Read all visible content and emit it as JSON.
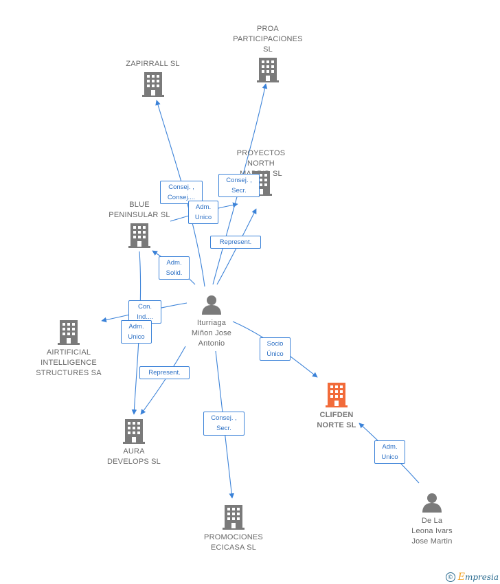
{
  "colors": {
    "edge": "#3b82d8",
    "company": "#7a7a7a",
    "highlight_company": "#f26b3a",
    "person": "#7a7a7a"
  },
  "nodes": {
    "proa": {
      "label": "PROA\nPARTICIPACIONES\nSL",
      "kind": "company",
      "icon": "building-icon"
    },
    "zapirrall": {
      "label": "ZAPIRRALL SL",
      "kind": "company",
      "icon": "building-icon"
    },
    "proyectos": {
      "label": "PROYECTOS\nNORTH\nMADRID  SL",
      "kind": "company",
      "icon": "building-icon"
    },
    "blue": {
      "label": "BLUE\nPENINSULAR SL",
      "kind": "company",
      "icon": "building-icon"
    },
    "airtificial": {
      "label": "AIRTIFICIAL\nINTELLIGENCE\nSTRUCTURES SA",
      "kind": "company",
      "icon": "building-icon"
    },
    "iturriaga": {
      "label": "Iturriaga\nMiñon Jose\nAntonio",
      "kind": "person",
      "icon": "person-icon"
    },
    "aura": {
      "label": "AURA\nDEVELOPS  SL",
      "kind": "company",
      "icon": "building-icon"
    },
    "clifden": {
      "label": "CLIFDEN\nNORTE  SL",
      "kind": "company",
      "icon": "building-icon",
      "highlight": true
    },
    "promociones": {
      "label": "PROMOCIONES\nECICASA SL",
      "kind": "company",
      "icon": "building-icon"
    },
    "delaleona": {
      "label": "De La\nLeona Ivars\nJose Martin",
      "kind": "person",
      "icon": "person-icon"
    }
  },
  "edges": {
    "zapirrall": "Consej. ,\nConsej....",
    "blue_adm_unico": "Adm.\nUnico",
    "proa": "Consej. ,\nSecr.",
    "proyectos": "Represent.",
    "blue_adm_solid": "Adm.\nSolid.",
    "airtificial": "Con.\nInd....",
    "aura_adm_unico": "Adm.\nUnico",
    "clifden_socio": "Socio\nÚnico",
    "aura_represent": "Represent.",
    "promociones": "Consej. ,\nSecr.",
    "clifden_adm": "Adm.\nUnico"
  },
  "watermark": {
    "symbol": "©",
    "brand_initial": "E",
    "brand_rest": "mpresia"
  }
}
